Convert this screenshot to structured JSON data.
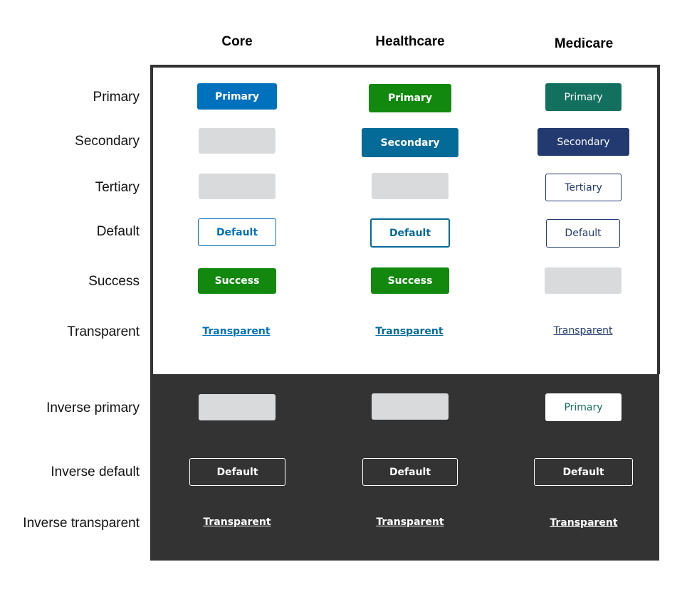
{
  "columns": [
    "Core",
    "Healthcare",
    "Medicare"
  ],
  "rows": {
    "primary": "Primary",
    "secondary": "Secondary",
    "tertiary": "Tertiary",
    "default": "Default",
    "success": "Success",
    "transparent": "Transparent",
    "inverse_primary": "Inverse primary",
    "inverse_default": "Inverse default",
    "inverse_transparent": "Inverse transparent"
  },
  "buttons": {
    "core": {
      "primary": "Primary",
      "default": "Default",
      "success": "Success",
      "transparent": "Transparent",
      "inverse_default": "Default",
      "inverse_transparent": "Transparent"
    },
    "healthcare": {
      "primary": "Primary",
      "secondary": "Secondary",
      "default": "Default",
      "success": "Success",
      "transparent": "Transparent",
      "inverse_default": "Default",
      "inverse_transparent": "Transparent"
    },
    "medicare": {
      "primary": "Primary",
      "secondary": "Secondary",
      "tertiary": "Tertiary",
      "default": "Default",
      "transparent": "Transparent",
      "inverse_primary": "Primary",
      "inverse_default": "Default",
      "inverse_transparent": "Transparent"
    }
  },
  "colors": {
    "core_blue": "#0071bc",
    "healthcare_green": "#12890e",
    "healthcare_blue": "#046b99",
    "medicare_teal": "#13705e",
    "medicare_navy": "#233a70",
    "placeholder_gray": "#d9dadb",
    "dark_panel": "#333333"
  }
}
